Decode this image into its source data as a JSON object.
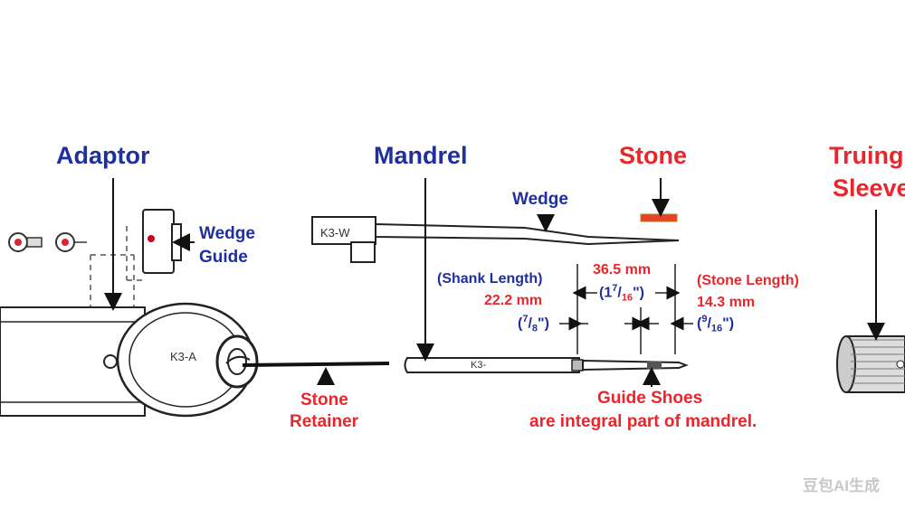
{
  "labels": {
    "adaptor": "Adaptor",
    "mandrel": "Mandrel",
    "stone": "Stone",
    "truing_sleeve_line1": "Truing",
    "truing_sleeve_line2": "Sleeve",
    "wedge_guide_line1": "Wedge",
    "wedge_guide_line2": "Guide",
    "wedge": "Wedge",
    "stone_retainer_line1": "Stone",
    "stone_retainer_line2": "Retainer",
    "guide_shoes_line1": "Guide Shoes",
    "guide_shoes_line2": "are integral part of mandrel."
  },
  "parts": {
    "adaptor_code": "K3-A",
    "wedge_code": "K3-W",
    "mandrel_code": "K3-"
  },
  "dimensions": {
    "shank_title": "(Shank  Length)",
    "shank_mm": "22.2 mm",
    "shank_in_num": "7",
    "shank_in_den": "8",
    "total_mm": "36.5 mm",
    "total_in_whole": "1",
    "total_in_num": "7",
    "total_in_den": "16",
    "stone_title": "(Stone Length)",
    "stone_mm": "14.3 mm",
    "stone_in_num": "9",
    "stone_in_den": "16"
  },
  "watermark": "豆包AI生成",
  "colors": {
    "blue": "#1f2f9e",
    "red": "#e8262b"
  }
}
